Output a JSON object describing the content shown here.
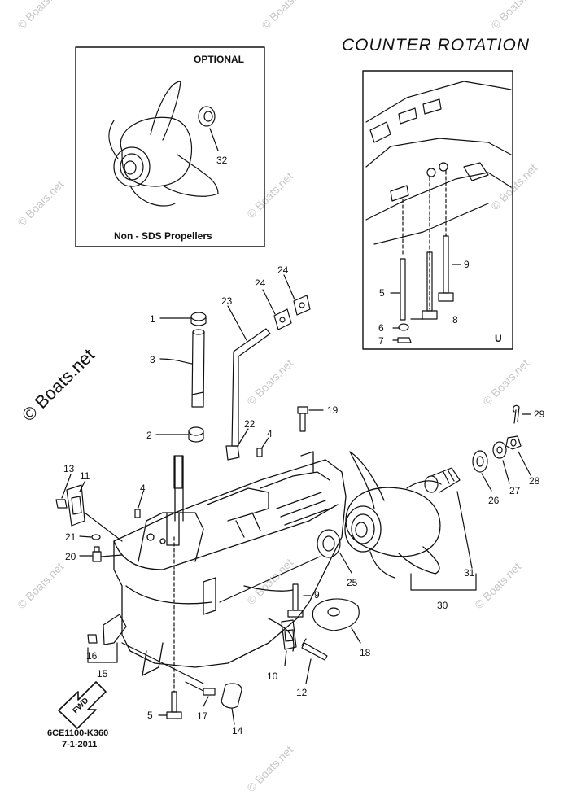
{
  "title": "COUNTER  ROTATION",
  "optional_box": {
    "heading": "OPTIONAL",
    "caption": "Non - SDS Propellers"
  },
  "counter_box": {
    "corner_letter": "U"
  },
  "drawing_code": "6CE1100-K360",
  "drawing_date": "7-1-2011",
  "fwd_label": "FWD",
  "watermark_main": "© Boats.net",
  "watermark_light": "© Boats.net",
  "callouts": {
    "c1": "1",
    "c2": "2",
    "c3": "3",
    "c4a": "4",
    "c4b": "4",
    "c5a": "5",
    "c5b": "5",
    "c6": "6",
    "c7": "7",
    "c8": "8",
    "c9a": "9",
    "c9b": "9",
    "c10": "10",
    "c11": "11",
    "c12": "12",
    "c13": "13",
    "c14": "14",
    "c15": "15",
    "c16": "16",
    "c17": "17",
    "c18": "18",
    "c19": "19",
    "c20": "20",
    "c21": "21",
    "c22": "22",
    "c23": "23",
    "c24a": "24",
    "c24b": "24",
    "c25": "25",
    "c26": "26",
    "c27": "27",
    "c28": "28",
    "c29": "29",
    "c30": "30",
    "c31": "31",
    "c32": "32"
  }
}
